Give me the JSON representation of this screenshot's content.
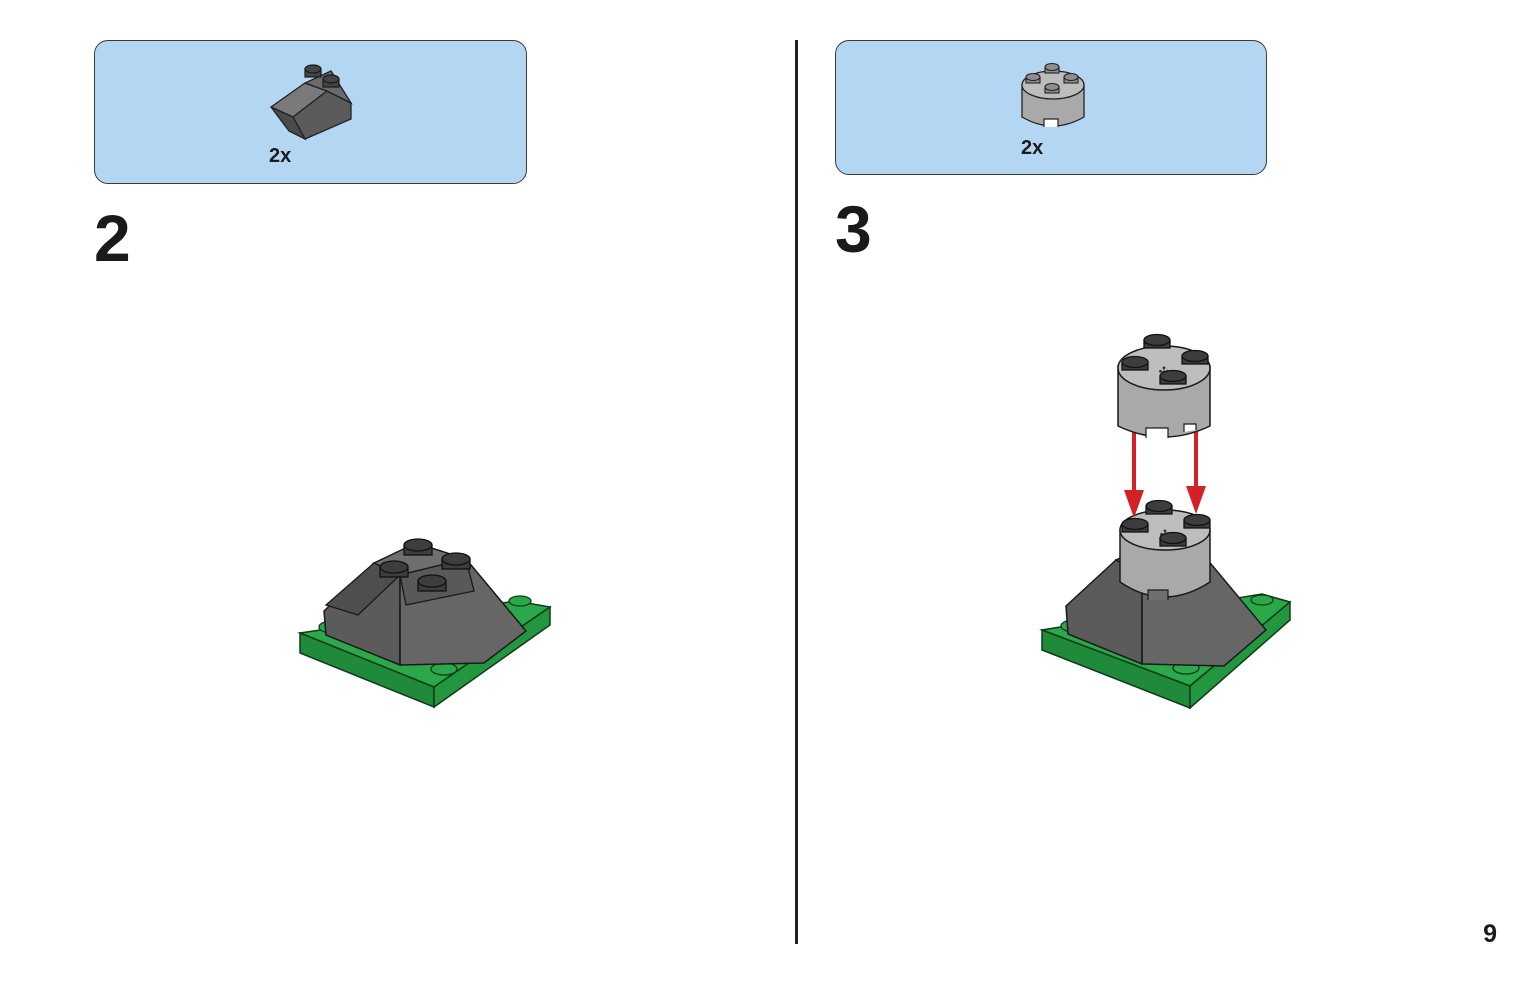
{
  "steps": [
    {
      "number": "2",
      "parts": [
        {
          "quantity": "2x",
          "icon": "dark-gray-slope-brick-icon",
          "color": "#5b5b5b"
        }
      ]
    },
    {
      "number": "3",
      "parts": [
        {
          "quantity": "2x",
          "icon": "light-gray-round-brick-icon",
          "color": "#a9a9a9"
        }
      ]
    }
  ],
  "page_number": "9",
  "colors": {
    "parts_box": "#b3d7f3",
    "baseplate_green": "#2ba84a",
    "slope_gray": "#5b5b5b",
    "round_brick_gray": "#a9a9a9",
    "arrow_red": "#d42027"
  }
}
